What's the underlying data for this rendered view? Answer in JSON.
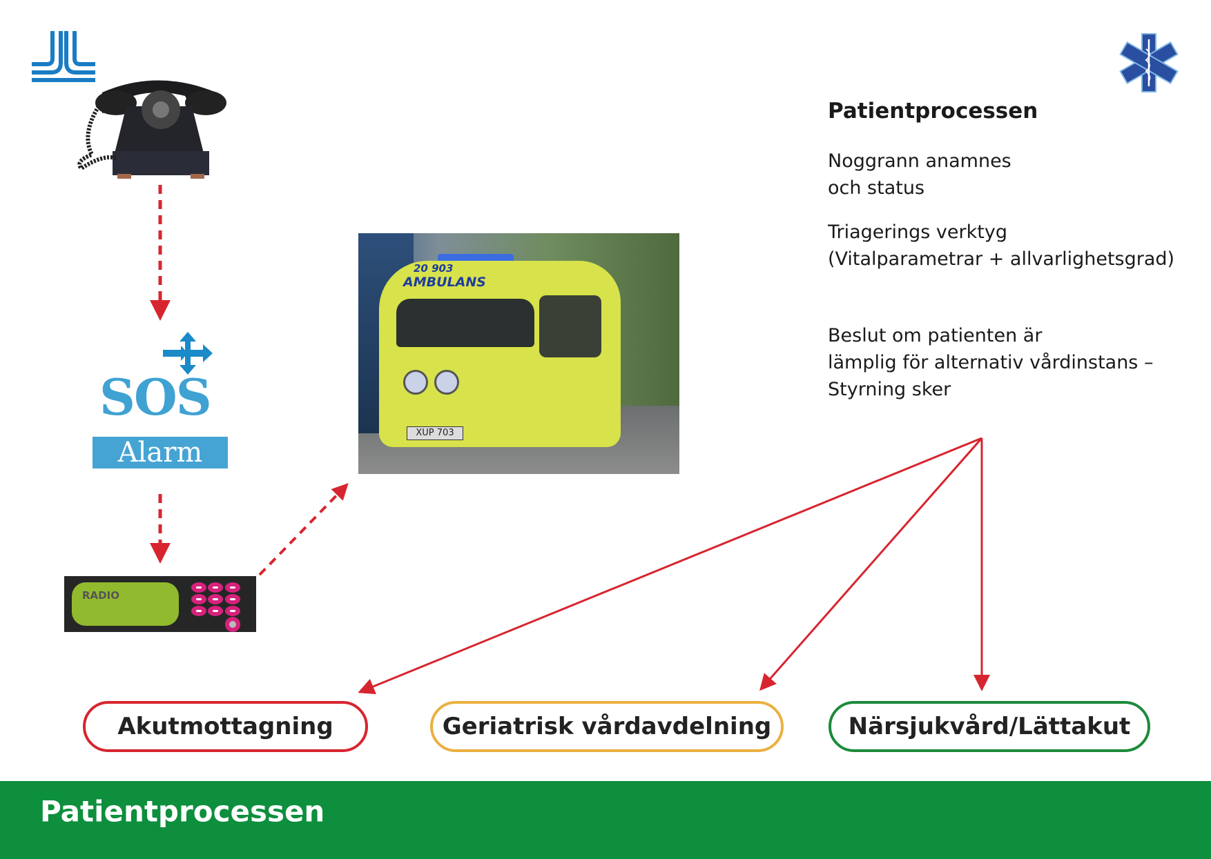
{
  "logos": {
    "jll": "JL",
    "sos_top": "SOS",
    "sos_bottom": "Alarm",
    "star_of_life": "star-of-life"
  },
  "radio": {
    "label": "RADIO"
  },
  "ambulance_photo": {
    "number": "20 903",
    "label": "AMBULANS",
    "plate": "XUP 703"
  },
  "info": {
    "title": "Patientprocessen",
    "block1": [
      "Noggrann anamnes",
      "och status"
    ],
    "block2": [
      "Triagerings verktyg",
      "(Vitalparametrar + allvarlighetsgrad)"
    ],
    "block3": [
      "Beslut om patienten är",
      "lämplig för alternativ vårdinstans –",
      "Styrning sker"
    ]
  },
  "destinations": [
    {
      "label": "Akutmottagning",
      "color": "#d7252f"
    },
    {
      "label": "Geriatrisk vårdavdelning",
      "color": "#eab040"
    },
    {
      "label": "Närsjukvård/Lättakut",
      "color": "#1d8a3a"
    }
  ],
  "footer": {
    "title": "Patientprocessen",
    "color": "#0e8f3e"
  },
  "arrow_color": "#d7252f"
}
